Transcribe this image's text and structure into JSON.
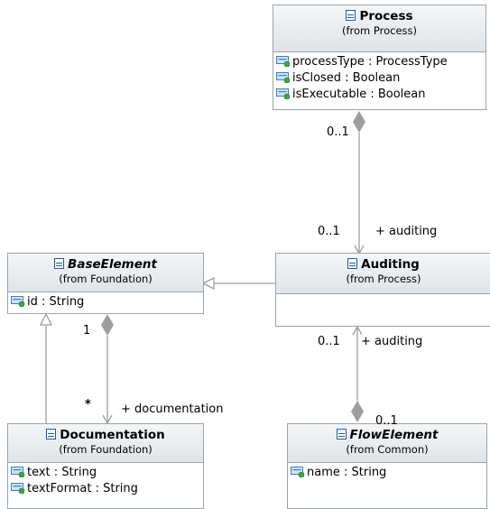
{
  "classes": {
    "process": {
      "name": "Process",
      "package": "(from Process)",
      "attributes": [
        "processType : ProcessType",
        "isClosed : Boolean",
        "isExecutable : Boolean"
      ]
    },
    "base_element": {
      "name": "BaseElement",
      "package": "(from Foundation)",
      "attributes": [
        "id : String"
      ]
    },
    "auditing": {
      "name": "Auditing",
      "package": "(from Process)",
      "attributes": []
    },
    "documentation": {
      "name": "Documentation",
      "package": "(from Foundation)",
      "attributes": [
        "text : String",
        "textFormat : String"
      ]
    },
    "flow_element": {
      "name": "FlowElement",
      "package": "(from Common)",
      "attributes": [
        "name : String"
      ]
    }
  },
  "relations": {
    "process_auditing": {
      "source_multiplicity": "0..1",
      "target_multiplicity": "0..1",
      "target_role": "+ auditing"
    },
    "flowelement_auditing": {
      "target_multiplicity": "0..1",
      "target_role": "+ auditing",
      "source_multiplicity": "0..1"
    },
    "baseelement_documentation": {
      "source_multiplicity": "1",
      "target_multiplicity": "*",
      "target_role": "+ documentation"
    }
  },
  "colors": {
    "box_border": "#9aa5ad",
    "header_gradient_top": "#f4f6f7",
    "header_gradient_bottom": "#dfe4e8",
    "connector": "#9e9e9e",
    "class_icon": "#1f5d9e",
    "attribute_icon_blue": "#3d7fc1",
    "attribute_icon_green": "#3aa842"
  },
  "icons": {
    "class": "class-icon",
    "attribute": "public-attribute-icon"
  }
}
